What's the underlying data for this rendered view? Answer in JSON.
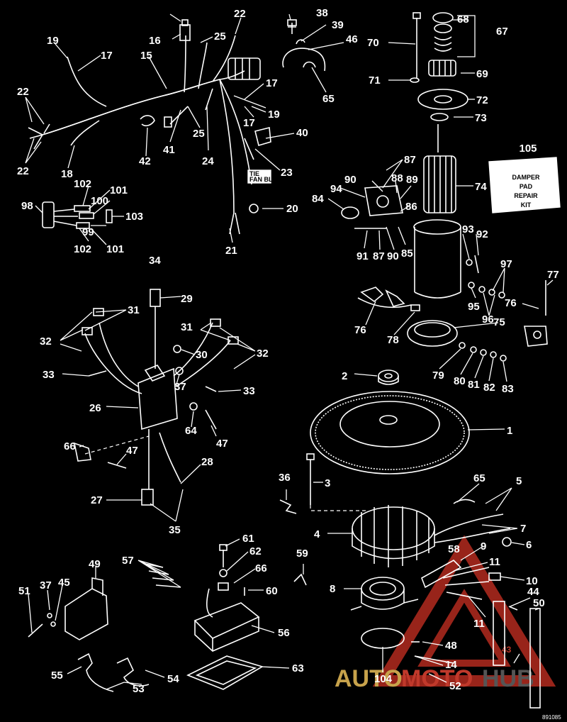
{
  "diagram": {
    "damper_kit_label": [
      "DAMPER",
      "PAD",
      "REPAIR",
      "KIT"
    ],
    "damper_kit_number": "105",
    "harness_tag_text": [
      "TIE",
      "FAN BLOCK"
    ],
    "drawing_code": "891085",
    "watermark": {
      "part1": "AUTO",
      "part2": "MOTO",
      "part3": "HUB",
      "tag": "43"
    },
    "labels": [
      {
        "id": "l1",
        "text": "1"
      },
      {
        "id": "l2",
        "text": "2"
      },
      {
        "id": "l3",
        "text": "3"
      },
      {
        "id": "l4",
        "text": "4"
      },
      {
        "id": "l5",
        "text": "5"
      },
      {
        "id": "l6",
        "text": "6"
      },
      {
        "id": "l7",
        "text": "7"
      },
      {
        "id": "l8",
        "text": "8"
      },
      {
        "id": "l9",
        "text": "9"
      },
      {
        "id": "l10",
        "text": "10"
      },
      {
        "id": "l11a",
        "text": "11"
      },
      {
        "id": "l11b",
        "text": "11"
      },
      {
        "id": "l14",
        "text": "14"
      },
      {
        "id": "l15",
        "text": "15"
      },
      {
        "id": "l16",
        "text": "16"
      },
      {
        "id": "l17a",
        "text": "17"
      },
      {
        "id": "l17b",
        "text": "17"
      },
      {
        "id": "l17c",
        "text": "17"
      },
      {
        "id": "l18",
        "text": "18"
      },
      {
        "id": "l19a",
        "text": "19"
      },
      {
        "id": "l19b",
        "text": "19"
      },
      {
        "id": "l20",
        "text": "20"
      },
      {
        "id": "l21",
        "text": "21"
      },
      {
        "id": "l22a",
        "text": "22"
      },
      {
        "id": "l22b",
        "text": "22"
      },
      {
        "id": "l22c",
        "text": "22"
      },
      {
        "id": "l23",
        "text": "23"
      },
      {
        "id": "l24",
        "text": "24"
      },
      {
        "id": "l25a",
        "text": "25"
      },
      {
        "id": "l25b",
        "text": "25"
      },
      {
        "id": "l26",
        "text": "26"
      },
      {
        "id": "l27",
        "text": "27"
      },
      {
        "id": "l28",
        "text": "28"
      },
      {
        "id": "l29",
        "text": "29"
      },
      {
        "id": "l30",
        "text": "30"
      },
      {
        "id": "l31a",
        "text": "31"
      },
      {
        "id": "l31b",
        "text": "31"
      },
      {
        "id": "l32a",
        "text": "32"
      },
      {
        "id": "l32b",
        "text": "32"
      },
      {
        "id": "l33a",
        "text": "33"
      },
      {
        "id": "l33b",
        "text": "33"
      },
      {
        "id": "l34",
        "text": "34"
      },
      {
        "id": "l35",
        "text": "35"
      },
      {
        "id": "l36",
        "text": "36"
      },
      {
        "id": "l37a",
        "text": "37"
      },
      {
        "id": "l37b",
        "text": "37"
      },
      {
        "id": "l38",
        "text": "38"
      },
      {
        "id": "l39",
        "text": "39"
      },
      {
        "id": "l40",
        "text": "40"
      },
      {
        "id": "l41",
        "text": "41"
      },
      {
        "id": "l42",
        "text": "42"
      },
      {
        "id": "l44",
        "text": "44"
      },
      {
        "id": "l45",
        "text": "45"
      },
      {
        "id": "l46",
        "text": "46"
      },
      {
        "id": "l47a",
        "text": "47"
      },
      {
        "id": "l47b",
        "text": "47"
      },
      {
        "id": "l48",
        "text": "48"
      },
      {
        "id": "l49",
        "text": "49"
      },
      {
        "id": "l50",
        "text": "50"
      },
      {
        "id": "l51",
        "text": "51"
      },
      {
        "id": "l52",
        "text": "52"
      },
      {
        "id": "l53",
        "text": "53"
      },
      {
        "id": "l54",
        "text": "54"
      },
      {
        "id": "l55",
        "text": "55"
      },
      {
        "id": "l56",
        "text": "56"
      },
      {
        "id": "l57",
        "text": "57"
      },
      {
        "id": "l58",
        "text": "58"
      },
      {
        "id": "l59",
        "text": "59"
      },
      {
        "id": "l60",
        "text": "60"
      },
      {
        "id": "l61",
        "text": "61"
      },
      {
        "id": "l62",
        "text": "62"
      },
      {
        "id": "l63",
        "text": "63"
      },
      {
        "id": "l64",
        "text": "64"
      },
      {
        "id": "l65a",
        "text": "65"
      },
      {
        "id": "l65b",
        "text": "65"
      },
      {
        "id": "l66a",
        "text": "66"
      },
      {
        "id": "l66b",
        "text": "66"
      },
      {
        "id": "l67",
        "text": "67"
      },
      {
        "id": "l68",
        "text": "68"
      },
      {
        "id": "l69",
        "text": "69"
      },
      {
        "id": "l70",
        "text": "70"
      },
      {
        "id": "l71",
        "text": "71"
      },
      {
        "id": "l72",
        "text": "72"
      },
      {
        "id": "l73",
        "text": "73"
      },
      {
        "id": "l74",
        "text": "74"
      },
      {
        "id": "l75",
        "text": "75"
      },
      {
        "id": "l76a",
        "text": "76"
      },
      {
        "id": "l76b",
        "text": "76"
      },
      {
        "id": "l77",
        "text": "77"
      },
      {
        "id": "l78",
        "text": "78"
      },
      {
        "id": "l79",
        "text": "79"
      },
      {
        "id": "l80",
        "text": "80"
      },
      {
        "id": "l81",
        "text": "81"
      },
      {
        "id": "l82",
        "text": "82"
      },
      {
        "id": "l83",
        "text": "83"
      },
      {
        "id": "l84",
        "text": "84"
      },
      {
        "id": "l85",
        "text": "85"
      },
      {
        "id": "l86",
        "text": "86"
      },
      {
        "id": "l87a",
        "text": "87"
      },
      {
        "id": "l87b",
        "text": "87"
      },
      {
        "id": "l88",
        "text": "88"
      },
      {
        "id": "l89",
        "text": "89"
      },
      {
        "id": "l90a",
        "text": "90"
      },
      {
        "id": "l90b",
        "text": "90"
      },
      {
        "id": "l91",
        "text": "91"
      },
      {
        "id": "l92",
        "text": "92"
      },
      {
        "id": "l93",
        "text": "93"
      },
      {
        "id": "l94",
        "text": "94"
      },
      {
        "id": "l95",
        "text": "95"
      },
      {
        "id": "l96",
        "text": "96"
      },
      {
        "id": "l97",
        "text": "97"
      },
      {
        "id": "l98",
        "text": "98"
      },
      {
        "id": "l99",
        "text": "99"
      },
      {
        "id": "l100",
        "text": "100"
      },
      {
        "id": "l101a",
        "text": "101"
      },
      {
        "id": "l101b",
        "text": "101"
      },
      {
        "id": "l102a",
        "text": "102"
      },
      {
        "id": "l102b",
        "text": "102"
      },
      {
        "id": "l103",
        "text": "103"
      },
      {
        "id": "l104",
        "text": "104"
      }
    ]
  }
}
